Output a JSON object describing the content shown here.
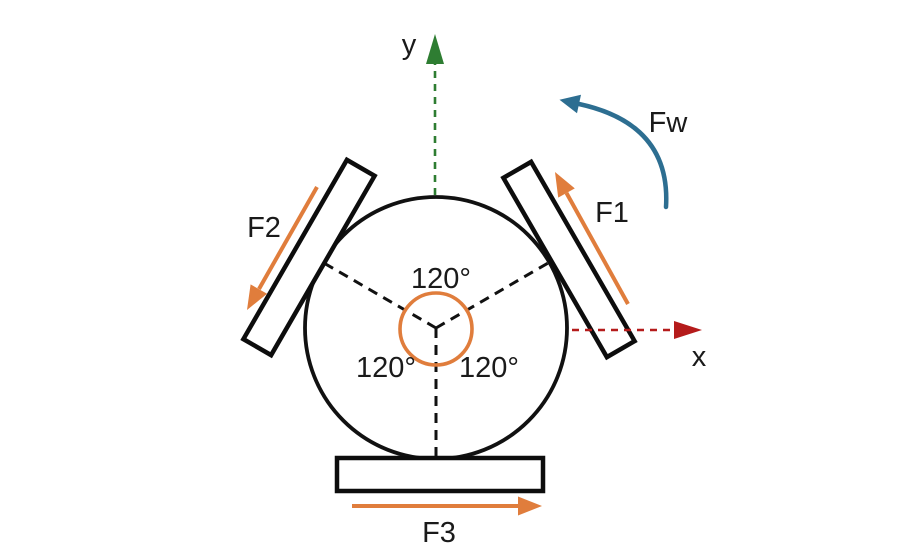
{
  "diagram": {
    "axes": {
      "x_label": "x",
      "y_label": "y"
    },
    "forces": {
      "f1_label": "F1",
      "f2_label": "F2",
      "f3_label": "F3",
      "torque_label": "Fw"
    },
    "angles": {
      "top": "120°",
      "bottom_left": "120°",
      "bottom_right": "120°"
    }
  },
  "colors": {
    "force_orange": "#e07d3c",
    "y_axis_green": "#2e7d32",
    "x_axis_red": "#b51b1b",
    "torque_teal": "#2d6e91",
    "outline_black": "#111111",
    "background": "#ffffff"
  }
}
